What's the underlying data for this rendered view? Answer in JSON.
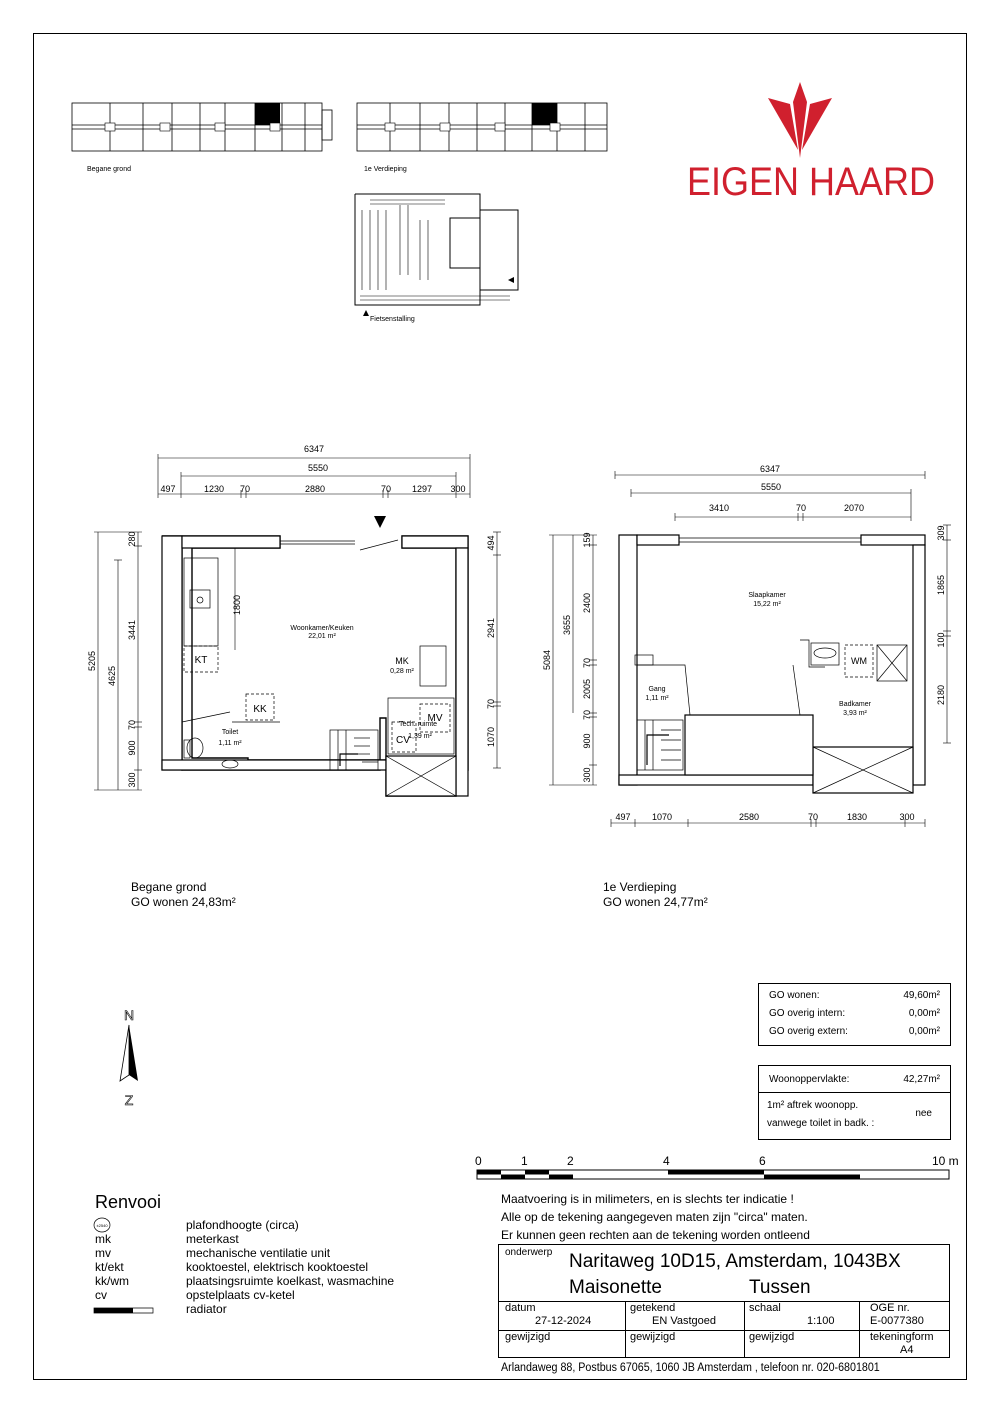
{
  "brand": {
    "name": "EIGEN HAARD",
    "color": "#d0202e"
  },
  "keyplans": {
    "ground_label": "Begane grond",
    "first_label": "1e Verdieping",
    "bike_label": "Fietsenstalling"
  },
  "plan_ground": {
    "title": "Begane grond",
    "area": "GO wonen 24,83m²",
    "room_living": "Woonkamer/Keuken",
    "room_living_area": "22,01 m²",
    "room_mk": "MK",
    "room_mk_area": "0,28 m²",
    "room_toilet": "Toilet",
    "room_toilet_area": "1,11 m²",
    "room_tech": "Tech. ruimte",
    "room_tech_area": "1,39 m²",
    "kt": "KT",
    "kk": "KK",
    "cv": "CV",
    "mv": "MV",
    "dims_top": [
      "6347",
      "5550",
      "497",
      "1230",
      "70",
      "2880",
      "70",
      "1297",
      "300"
    ],
    "dims_left": [
      "5205",
      "4625",
      "3441",
      "280",
      "1800",
      "70",
      "900",
      "300"
    ],
    "dims_right": [
      "494",
      "2941",
      "70",
      "1070"
    ]
  },
  "plan_first": {
    "title": "1e Verdieping",
    "area": "GO wonen 24,77m²",
    "room_bed": "Slaapkamer",
    "room_bed_area": "15,22 m²",
    "room_gang": "Gang",
    "room_gang_area": "1,11 m²",
    "room_bath": "Badkamer",
    "room_bath_area": "3,93 m²",
    "wm": "WM",
    "dims_top": [
      "6347",
      "5550",
      "3410",
      "70",
      "2070"
    ],
    "dims_bottom": [
      "497",
      "1070",
      "2580",
      "70",
      "1830",
      "300"
    ],
    "dims_left": [
      "5084",
      "3655",
      "159",
      "2400",
      "70",
      "2005",
      "70",
      "900",
      "300"
    ],
    "dims_right": [
      "309",
      "1865",
      "100",
      "2180"
    ]
  },
  "compass": {
    "n": "N",
    "z": "Z"
  },
  "areas": {
    "go_wonen_label": "GO wonen:",
    "go_wonen_value": "49,60m²",
    "go_intern_label": "GO overig intern:",
    "go_intern_value": "0,00m²",
    "go_extern_label": "GO overig extern:",
    "go_extern_value": "0,00m²",
    "woon_label": "Woonoppervlakte:",
    "woon_value": "42,27m²",
    "aftrek_label1": "1m² aftrek woonopp.",
    "aftrek_label2": "vanwege toilet in badk. :",
    "aftrek_value": "nee"
  },
  "scale": {
    "ticks": [
      "0",
      "1",
      "2",
      "4",
      "6",
      "10  m"
    ]
  },
  "notes": [
    "Maatvoering is in milimeters, en is slechts ter indicatie !",
    "Alle op de tekening aangegeven maten zijn \"circa\" maten.",
    "Er kunnen geen rechten aan de tekening worden ontleend"
  ],
  "legend": {
    "title": "Renvooi",
    "items": [
      {
        "key": "",
        "desc": "plafondhoogte (circa)"
      },
      {
        "key": "mk",
        "desc": "meterkast"
      },
      {
        "key": "mv",
        "desc": "mechanische ventilatie unit"
      },
      {
        "key": "kt/ekt",
        "desc": "kooktoestel, elektrisch kooktoestel"
      },
      {
        "key": "kk/wm",
        "desc": "plaatsingsruimte koelkast, wasmachine"
      },
      {
        "key": "cv",
        "desc": "opstelplaats cv-ketel"
      },
      {
        "key": "",
        "desc": "radiator"
      }
    ],
    "ceiling_symbol": "±2540"
  },
  "titleblock": {
    "onderwerp_label": "onderwerp",
    "address": "Naritaweg 10D15, Amsterdam, 1043BX",
    "type1": "Maisonette",
    "type2": "Tussen",
    "datum_label": "datum",
    "datum": "27-12-2024",
    "getekend_label": "getekend",
    "getekend": "EN Vastgoed",
    "schaal_label": "schaal",
    "schaal": "1:100",
    "oge_label": "OGE nr.",
    "oge": "E-0077380",
    "gewijzigd": "gewijzigd",
    "tekeningform_label": "tekeningform",
    "tekeningform": "A4",
    "footer": "Arlandaweg 88, Postbus 67065, 1060 JB Amsterdam , telefoon nr. 020-6801801"
  }
}
